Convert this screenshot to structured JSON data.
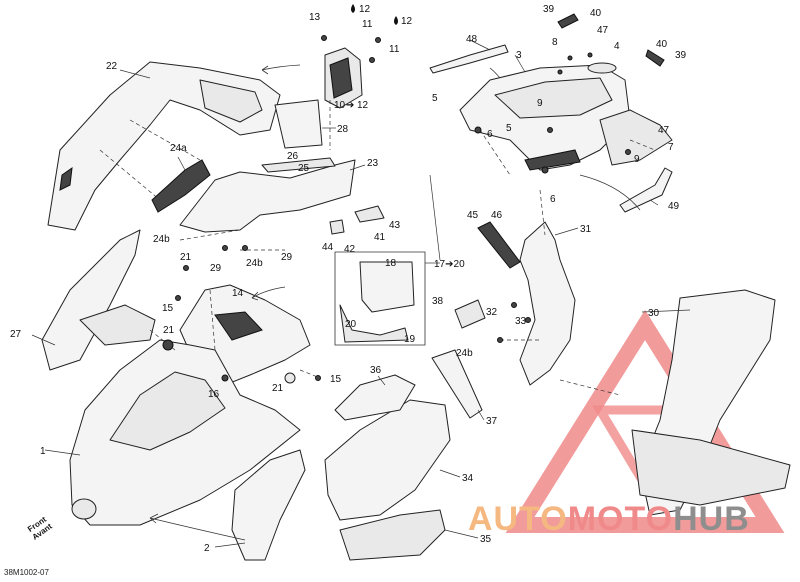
{
  "diagram_code": "38M1002-07",
  "front_label": {
    "line1": "Front",
    "line2": "Avant"
  },
  "watermark": {
    "part1": "AUTO",
    "part2": "MOTO",
    "part3": "HUB",
    "colors": {
      "auto": "#f5b880",
      "moto": "#f08a8a",
      "hub": "#8e8e8e",
      "triangle": "#f08a8a"
    }
  },
  "callouts": {
    "c39a": "39",
    "c40a": "40",
    "c47a": "47",
    "c8": "8",
    "c4": "4",
    "c3": "3",
    "c48": "48",
    "c40b": "40",
    "c39b": "39",
    "c47b": "47",
    "c7": "7",
    "c9a": "9",
    "c9b": "9",
    "c5a": "5",
    "c5b": "5",
    "c6a": "6",
    "c6b": "6",
    "c49": "49",
    "c13": "13",
    "c12a": "12",
    "c11a": "11",
    "c12b": "12",
    "c11b": "11",
    "c10": "10",
    "c22": "22",
    "c28": "28",
    "c26": "26",
    "c25": "25",
    "c23": "23",
    "c24a": "24a",
    "c24b": "24b",
    "c24b2": "24b",
    "c29a": "29",
    "c29b": "29",
    "c43": "43",
    "c41": "41",
    "c44": "44",
    "c42": "42",
    "c21a": "21",
    "c15a": "15",
    "c14": "14",
    "c18": "18",
    "c17": "17",
    "c20": "20",
    "c20b": "20",
    "c19": "19",
    "c21b": "21",
    "c16": "16",
    "c21c": "21",
    "c15b": "15",
    "c27": "27",
    "c1": "1",
    "c2": "2",
    "c36": "36",
    "c37": "37",
    "c34": "34",
    "c35": "35",
    "c45": "45",
    "c46": "46",
    "c31": "31",
    "c38": "38",
    "c32": "32",
    "c33": "33",
    "c24b3": "24b",
    "c30": "30",
    "c12c": "12"
  }
}
